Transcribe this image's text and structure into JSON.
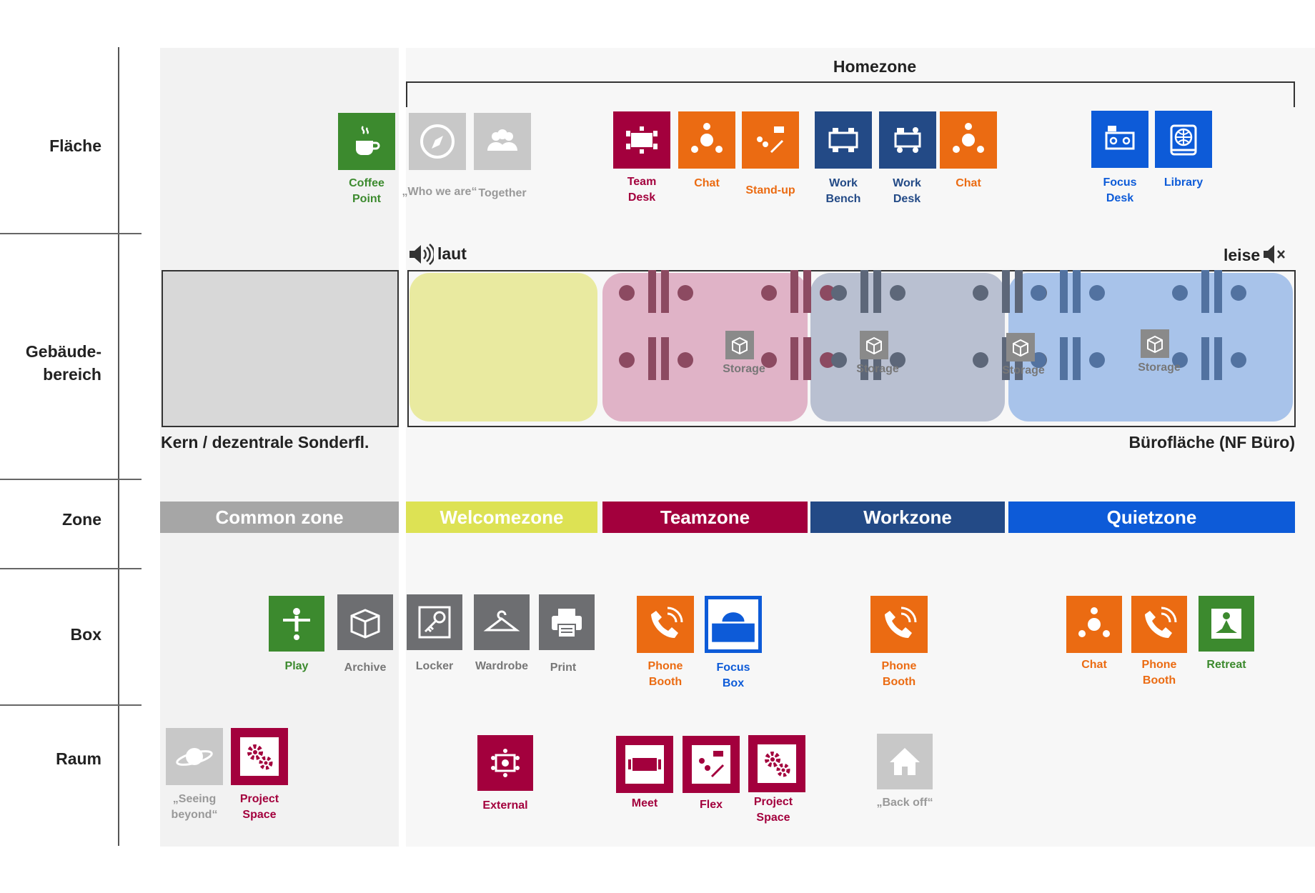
{
  "colors": {
    "green": "#3c8a2e",
    "grey": "#6d6e71",
    "lightgrey": "#c8c8c8",
    "magenta": "#a3003d",
    "orange": "#eb6b12",
    "navy": "#234a86",
    "blue": "#0d5bd8",
    "yellow": "#dde254"
  },
  "rows": {
    "flaeche": "Fläche",
    "gebaeude": "Gebäude-\nbereich",
    "zone": "Zone",
    "box": "Box",
    "raum": "Raum"
  },
  "homezone": "Homezone",
  "laut": "laut",
  "leise": "leise",
  "kern": "Kern / dezentrale Sonderfl.",
  "buero": "Bürofläche (NF Büro)",
  "storage": "Storage",
  "zones": {
    "common": "Common zone",
    "welcome": "Welcomezone",
    "team": "Teamzone",
    "work": "Workzone",
    "quiet": "Quietzone"
  },
  "flaeche": {
    "coffee": "Coffee\nPoint",
    "who": "„Who we are“",
    "together": "Together",
    "teamdesk": "Team\nDesk",
    "chat1": "Chat",
    "standup": "Stand-up",
    "workbench": "Work\nBench",
    "workdesk": "Work\nDesk",
    "chat2": "Chat",
    "focusdesk": "Focus\nDesk",
    "library": "Library"
  },
  "box": {
    "play": "Play",
    "archive": "Archive",
    "locker": "Locker",
    "wardrobe": "Wardrobe",
    "print": "Print",
    "phone1": "Phone\nBooth",
    "focusbox": "Focus\nBox",
    "phone2": "Phone\nBooth",
    "chat": "Chat",
    "phone3": "Phone\nBooth",
    "retreat": "Retreat"
  },
  "raum": {
    "seeing": "„Seeing\nbeyond“",
    "project1": "Project\nSpace",
    "external": "External",
    "meet": "Meet",
    "flex": "Flex",
    "project2": "Project\nSpace",
    "backoff": "„Back off“"
  }
}
